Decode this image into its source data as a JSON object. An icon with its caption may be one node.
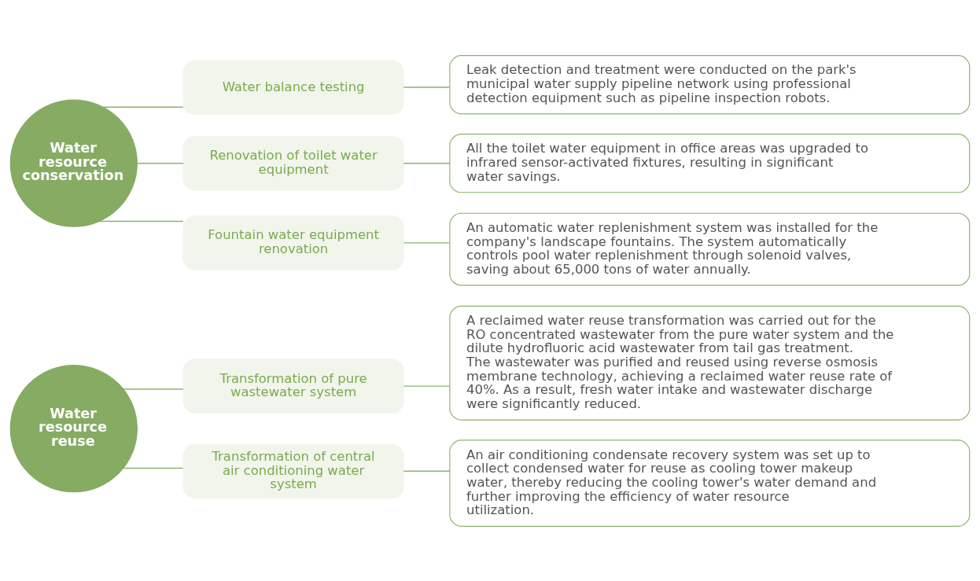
{
  "diagram": {
    "nodes": [
      {
        "text": [
          "Water resource reuse"
        ]
      },
      {
        "text": [
          "Transformation of pure wastewater system"
        ]
      },
      {
        "text": [
          "A reclaimed water reuse transformation was carried out for the RO concentrated wastewater from the pure water system and the dilute hydrofluoric acid wastewater from tail gas treatment. The wastewater was purified and reused using reverse osmosis membrane technology, achieving a reclaimed water reuse rate of 40%. As a result, fresh water intake and wastewater discharge were significantly reduced."
        ]
      },
      {
        "text": [
          "Transformation of central air conditioning water system"
        ]
      },
      {
        "text": [
          "An air conditioning condensate recovery system was set up to collect condensed water for reuse as cooling tower makeup water, thereby reducing the cooling tower's water demand and further improving the efficiency of water resource utilization."
        ]
      },
      {
        "text": [
          "Water resource conservation"
        ]
      },
      {
        "text": [
          "Water balance testing"
        ]
      },
      {
        "text": [
          "Leak detection and treatment were conducted on the park's municipal water supply pipeline network using professional detection equipment such as pipeline inspection robots."
        ]
      },
      {
        "text": [
          "Renovation of toilet water equipment"
        ]
      },
      {
        "text": [
          "All the toilet water equipment in office areas was upgraded to infrared sensor-activated fixtures, resulting in significant water savings."
        ]
      },
      {
        "text": [
          "Fountain water equipment renovation"
        ]
      },
      {
        "text": [
          "An automatic water replenishment system was installed for the company's landscape fountains. The system automatically controls pool water replenishment through solenoid valves, saving about 65,000 tons of water annually."
        ]
      }
    ],
    "edges": [
      {
        "from": 0,
        "to": 1,
        "arrow": "none"
      },
      {
        "from": 1,
        "to": 2,
        "arrow": "none"
      },
      {
        "from": 0,
        "to": 3,
        "arrow": "none"
      },
      {
        "from": 3,
        "to": 4,
        "arrow": "none"
      },
      {
        "from": 5,
        "to": 6,
        "arrow": "none"
      },
      {
        "from": 6,
        "to": 7,
        "arrow": "none"
      },
      {
        "from": 5,
        "to": 8,
        "arrow": "none"
      },
      {
        "from": 8,
        "to": 9,
        "arrow": "none"
      },
      {
        "from": 5,
        "to": 10,
        "arrow": "none"
      },
      {
        "from": 10,
        "to": 11,
        "arrow": "none"
      }
    ]
  }
}
